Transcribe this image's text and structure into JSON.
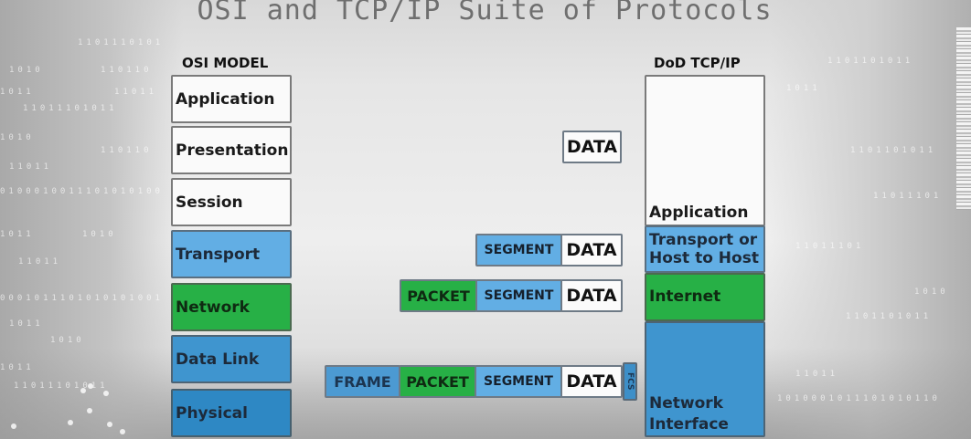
{
  "title": "OSI and TCP/IP Suite of Protocols",
  "osi_model": {
    "heading": "OSI MODEL",
    "layers": [
      {
        "label": "Application",
        "color": "#fafafa"
      },
      {
        "label": "Presentation",
        "color": "#fafafa"
      },
      {
        "label": "Session",
        "color": "#fafafa"
      },
      {
        "label": "Transport",
        "color": "#62aee4"
      },
      {
        "label": "Network",
        "color": "#27b046"
      },
      {
        "label": "Data Link",
        "color": "#3f95cf"
      },
      {
        "label": "Physical",
        "color": "#2e88c4"
      }
    ]
  },
  "tcpip_model": {
    "heading": "DoD TCP/IP",
    "layers": [
      {
        "label": "Application",
        "color": "#fafafa"
      },
      {
        "label": "Transport or Host to Host",
        "line1": "Transport or",
        "line2": "Host to Host",
        "color": "#62aee4"
      },
      {
        "label": "Internet",
        "color": "#27b046"
      },
      {
        "label": "Network Interface",
        "line1": "Network",
        "line2": "Interface",
        "color": "#3f95cf"
      }
    ]
  },
  "encapsulation": {
    "application_row": [
      "DATA"
    ],
    "transport_row": [
      "SEGMENT",
      "DATA"
    ],
    "network_row": [
      "PACKET",
      "SEGMENT",
      "DATA"
    ],
    "datalink_row": [
      "FRAME",
      "PACKET",
      "SEGMENT",
      "DATA",
      "FCS"
    ]
  }
}
